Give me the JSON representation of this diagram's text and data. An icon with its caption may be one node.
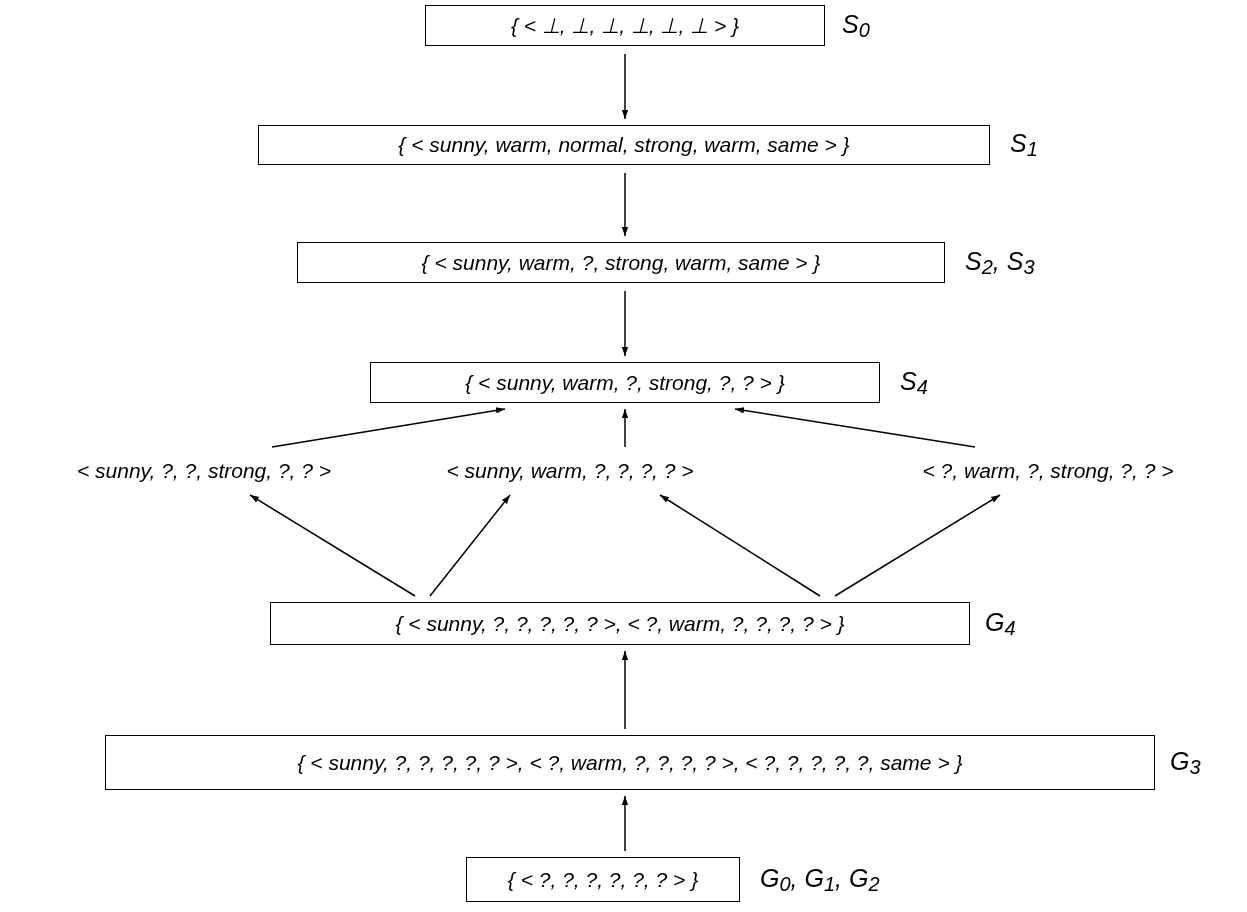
{
  "diagram": {
    "nodes": [
      {
        "text": [
          "{ < ⊥, ⊥, ⊥, ⊥, ⊥, ⊥ > }"
        ],
        "beside": [
          "S$_{0}$"
        ]
      },
      {
        "text": [
          "{ < sunny, warm, normal, strong, warm, same > }"
        ],
        "beside": [
          "S$_{1}$"
        ]
      },
      {
        "text": [
          "{ < sunny, warm, ?, strong, warm, same > }"
        ],
        "beside": [
          "S$_{2}$, S$_{3}$"
        ]
      },
      {
        "text": [
          "{ < sunny, warm, ?, strong, ?, ? > }"
        ],
        "beside": [
          "S$_{4}$"
        ]
      },
      {
        "text": [
          "< sunny, ?, ?, strong, ?, ? >"
        ]
      },
      {
        "text": [
          "< sunny, warm, ?, ?, ?, ? >"
        ]
      },
      {
        "text": [
          "< ?, warm, ?, strong, ?, ? >"
        ]
      },
      {
        "text": [
          "{ < sunny, ?, ?, ?, ?, ? >, < ?, warm, ?, ?, ?, ? > }"
        ],
        "beside": [
          "G$_{4}$"
        ]
      },
      {
        "text": [
          "{ < sunny, ?, ?, ?, ?, ? >, < ?, warm, ?, ?, ?, ? >, < ?, ?, ?, ?, ?, same > }"
        ],
        "beside": [
          "G$_{3}$"
        ]
      },
      {
        "text": [
          "{ < ?, ?, ?, ?, ?, ? > }"
        ],
        "beside": [
          "G$_{0}$, G$_{1}$, G$_{2}$"
        ]
      }
    ],
    "edges": [
      {
        "from": 0,
        "to": 1,
        "arrow": "to"
      },
      {
        "from": 1,
        "to": 2,
        "arrow": "to"
      },
      {
        "from": 2,
        "to": 3,
        "arrow": "to"
      },
      {
        "from": 4,
        "to": 3,
        "arrow": "to"
      },
      {
        "from": 5,
        "to": 3,
        "arrow": "to"
      },
      {
        "from": 6,
        "to": 3,
        "arrow": "to"
      },
      {
        "from": 7,
        "to": 4,
        "arrow": "to"
      },
      {
        "from": 7,
        "to": 5,
        "arrow": "to"
      },
      {
        "from": 7,
        "to": 5,
        "arrow": "to"
      },
      {
        "from": 7,
        "to": 6,
        "arrow": "to"
      },
      {
        "from": 8,
        "to": 7,
        "arrow": "to"
      },
      {
        "from": 9,
        "to": 8,
        "arrow": "to"
      }
    ]
  }
}
